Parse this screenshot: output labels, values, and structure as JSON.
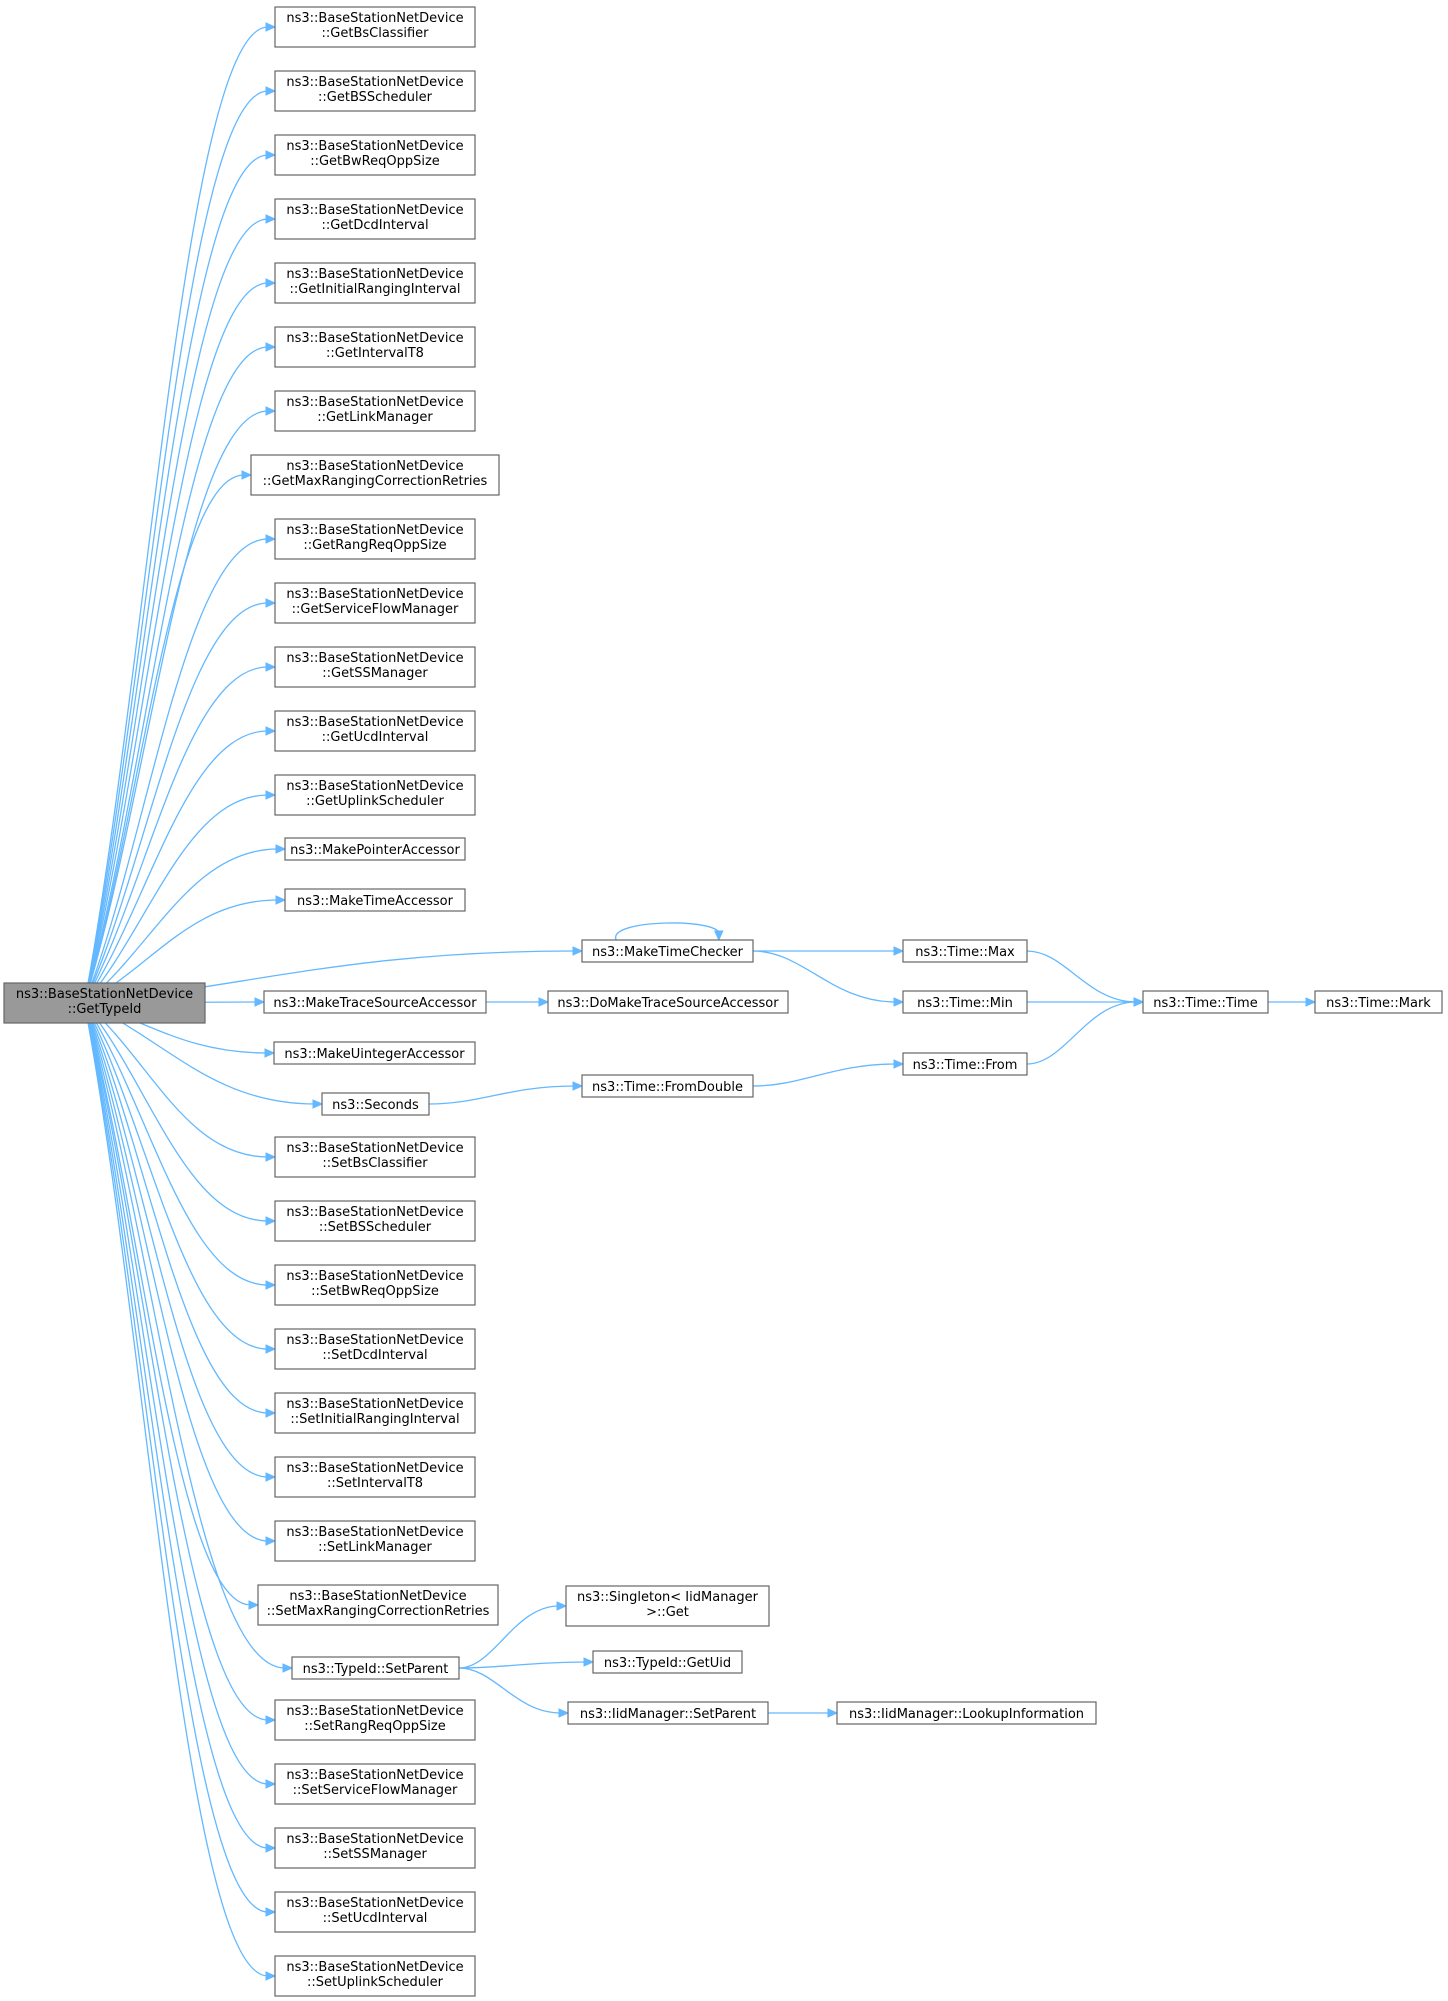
{
  "graph": {
    "root": {
      "id": "root",
      "lines": [
        "ns3::BaseStationNetDevice",
        "::GetTypeId"
      ]
    },
    "nodes": [
      {
        "id": "n01",
        "lines": [
          "ns3::BaseStationNetDevice",
          "::GetBsClassifier"
        ]
      },
      {
        "id": "n02",
        "lines": [
          "ns3::BaseStationNetDevice",
          "::GetBSScheduler"
        ]
      },
      {
        "id": "n03",
        "lines": [
          "ns3::BaseStationNetDevice",
          "::GetBwReqOppSize"
        ]
      },
      {
        "id": "n04",
        "lines": [
          "ns3::BaseStationNetDevice",
          "::GetDcdInterval"
        ]
      },
      {
        "id": "n05",
        "lines": [
          "ns3::BaseStationNetDevice",
          "::GetInitialRangingInterval"
        ]
      },
      {
        "id": "n06",
        "lines": [
          "ns3::BaseStationNetDevice",
          "::GetIntervalT8"
        ]
      },
      {
        "id": "n07",
        "lines": [
          "ns3::BaseStationNetDevice",
          "::GetLinkManager"
        ]
      },
      {
        "id": "n08",
        "lines": [
          "ns3::BaseStationNetDevice",
          "::GetMaxRangingCorrectionRetries"
        ]
      },
      {
        "id": "n09",
        "lines": [
          "ns3::BaseStationNetDevice",
          "::GetRangReqOppSize"
        ]
      },
      {
        "id": "n10",
        "lines": [
          "ns3::BaseStationNetDevice",
          "::GetServiceFlowManager"
        ]
      },
      {
        "id": "n11",
        "lines": [
          "ns3::BaseStationNetDevice",
          "::GetSSManager"
        ]
      },
      {
        "id": "n12",
        "lines": [
          "ns3::BaseStationNetDevice",
          "::GetUcdInterval"
        ]
      },
      {
        "id": "n13",
        "lines": [
          "ns3::BaseStationNetDevice",
          "::GetUplinkScheduler"
        ]
      },
      {
        "id": "n14",
        "lines": [
          "ns3::MakePointerAccessor"
        ]
      },
      {
        "id": "n15",
        "lines": [
          "ns3::MakeTimeAccessor"
        ]
      },
      {
        "id": "n16",
        "lines": [
          "ns3::MakeTimeChecker"
        ]
      },
      {
        "id": "n17",
        "lines": [
          "ns3::MakeTraceSourceAccessor"
        ]
      },
      {
        "id": "n18",
        "lines": [
          "ns3::MakeUintegerAccessor"
        ]
      },
      {
        "id": "n19",
        "lines": [
          "ns3::Seconds"
        ]
      },
      {
        "id": "n20",
        "lines": [
          "ns3::BaseStationNetDevice",
          "::SetBsClassifier"
        ]
      },
      {
        "id": "n21",
        "lines": [
          "ns3::BaseStationNetDevice",
          "::SetBSScheduler"
        ]
      },
      {
        "id": "n22",
        "lines": [
          "ns3::BaseStationNetDevice",
          "::SetBwReqOppSize"
        ]
      },
      {
        "id": "n23",
        "lines": [
          "ns3::BaseStationNetDevice",
          "::SetDcdInterval"
        ]
      },
      {
        "id": "n24",
        "lines": [
          "ns3::BaseStationNetDevice",
          "::SetInitialRangingInterval"
        ]
      },
      {
        "id": "n25",
        "lines": [
          "ns3::BaseStationNetDevice",
          "::SetIntervalT8"
        ]
      },
      {
        "id": "n26",
        "lines": [
          "ns3::BaseStationNetDevice",
          "::SetLinkManager"
        ]
      },
      {
        "id": "n27",
        "lines": [
          "ns3::BaseStationNetDevice",
          "::SetMaxRangingCorrectionRetries"
        ]
      },
      {
        "id": "n28",
        "lines": [
          "ns3::TypeId::SetParent"
        ]
      },
      {
        "id": "n29",
        "lines": [
          "ns3::BaseStationNetDevice",
          "::SetRangReqOppSize"
        ]
      },
      {
        "id": "n30",
        "lines": [
          "ns3::BaseStationNetDevice",
          "::SetServiceFlowManager"
        ]
      },
      {
        "id": "n31",
        "lines": [
          "ns3::BaseStationNetDevice",
          "::SetSSManager"
        ]
      },
      {
        "id": "n32",
        "lines": [
          "ns3::BaseStationNetDevice",
          "::SetUcdInterval"
        ]
      },
      {
        "id": "n33",
        "lines": [
          "ns3::BaseStationNetDevice",
          "::SetUplinkScheduler"
        ]
      },
      {
        "id": "m01",
        "lines": [
          "ns3::Time::Max"
        ]
      },
      {
        "id": "m02",
        "lines": [
          "ns3::Time::Min"
        ]
      },
      {
        "id": "m03",
        "lines": [
          "ns3::DoMakeTraceSourceAccessor"
        ]
      },
      {
        "id": "m04",
        "lines": [
          "ns3::Time::FromDouble"
        ]
      },
      {
        "id": "m05",
        "lines": [
          "ns3::Time::Time"
        ]
      },
      {
        "id": "m06",
        "lines": [
          "ns3::Time::Mark"
        ]
      },
      {
        "id": "m07",
        "lines": [
          "ns3::Time::From"
        ]
      },
      {
        "id": "m08",
        "lines": [
          "ns3::Singleton< IidManager",
          ">::Get"
        ]
      },
      {
        "id": "m09",
        "lines": [
          "ns3::TypeId::GetUid"
        ]
      },
      {
        "id": "m10",
        "lines": [
          "ns3::IidManager::SetParent"
        ]
      },
      {
        "id": "m11",
        "lines": [
          "ns3::IidManager::LookupInformation"
        ]
      }
    ],
    "edges": [
      {
        "from": "root",
        "to": "n01"
      },
      {
        "from": "root",
        "to": "n02"
      },
      {
        "from": "root",
        "to": "n03"
      },
      {
        "from": "root",
        "to": "n04"
      },
      {
        "from": "root",
        "to": "n05"
      },
      {
        "from": "root",
        "to": "n06"
      },
      {
        "from": "root",
        "to": "n07"
      },
      {
        "from": "root",
        "to": "n08"
      },
      {
        "from": "root",
        "to": "n09"
      },
      {
        "from": "root",
        "to": "n10"
      },
      {
        "from": "root",
        "to": "n11"
      },
      {
        "from": "root",
        "to": "n12"
      },
      {
        "from": "root",
        "to": "n13"
      },
      {
        "from": "root",
        "to": "n14"
      },
      {
        "from": "root",
        "to": "n15"
      },
      {
        "from": "root",
        "to": "n16"
      },
      {
        "from": "root",
        "to": "n17"
      },
      {
        "from": "root",
        "to": "n18"
      },
      {
        "from": "root",
        "to": "n19"
      },
      {
        "from": "root",
        "to": "n20"
      },
      {
        "from": "root",
        "to": "n21"
      },
      {
        "from": "root",
        "to": "n22"
      },
      {
        "from": "root",
        "to": "n23"
      },
      {
        "from": "root",
        "to": "n24"
      },
      {
        "from": "root",
        "to": "n25"
      },
      {
        "from": "root",
        "to": "n26"
      },
      {
        "from": "root",
        "to": "n27"
      },
      {
        "from": "root",
        "to": "n28"
      },
      {
        "from": "root",
        "to": "n29"
      },
      {
        "from": "root",
        "to": "n30"
      },
      {
        "from": "root",
        "to": "n31"
      },
      {
        "from": "root",
        "to": "n32"
      },
      {
        "from": "root",
        "to": "n33"
      },
      {
        "from": "n16",
        "to": "n16"
      },
      {
        "from": "n16",
        "to": "m01"
      },
      {
        "from": "n16",
        "to": "m02"
      },
      {
        "from": "m01",
        "to": "m05"
      },
      {
        "from": "m02",
        "to": "m05"
      },
      {
        "from": "m05",
        "to": "m06"
      },
      {
        "from": "n17",
        "to": "m03"
      },
      {
        "from": "n19",
        "to": "m04"
      },
      {
        "from": "m04",
        "to": "m07"
      },
      {
        "from": "m07",
        "to": "m05"
      },
      {
        "from": "n28",
        "to": "m08"
      },
      {
        "from": "n28",
        "to": "m09"
      },
      {
        "from": "n28",
        "to": "m10"
      },
      {
        "from": "m10",
        "to": "m11"
      }
    ]
  }
}
